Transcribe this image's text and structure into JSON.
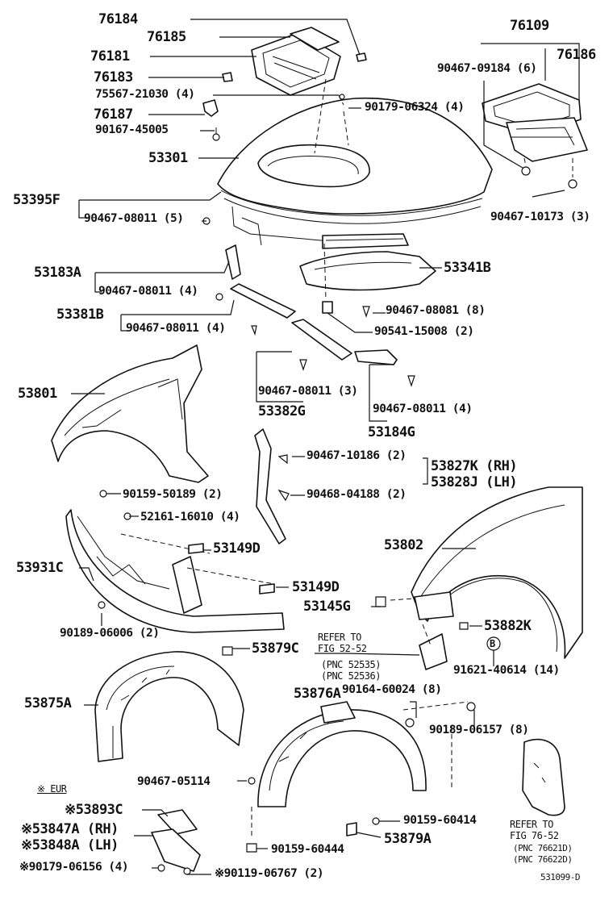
{
  "labels": {
    "p76184": "76184",
    "p76185": "76185",
    "p76181": "76181",
    "p76183": "76183",
    "p75567": "75567-21030 (4)",
    "p76187": "76187",
    "p90167": "90167-45005",
    "p53301": "53301",
    "p90179_06324": "90179-06324 (4)",
    "p76109": "76109",
    "p90467_09184": "90467-09184 (6)",
    "p76186": "76186",
    "p53395F": "53395F",
    "p90467_08011_5": "90467-08011 (5)",
    "p90467_10173": "90467-10173 (3)",
    "p53183A": "53183A",
    "p90467_08011_4a": "90467-08011 (4)",
    "p53341B": "53341B",
    "p90467_08081": "90467-08081 (8)",
    "p53381B": "53381B",
    "p90467_08011_4b": "90467-08011 (4)",
    "p90541": "90541-15008 (2)",
    "p53801": "53801",
    "p90467_08011_3": "90467-08011 (3)",
    "p53382G": "53382G",
    "p90467_08011_4c": "90467-08011 (4)",
    "p53184G": "53184G",
    "p90467_10186": "90467-10186 (2)",
    "p53827K": "53827K (RH)",
    "p53828J": "53828J (LH)",
    "p90159_50189": "90159-50189 (2)",
    "p90468": "90468-04188 (2)",
    "p52161": "52161-16010 (4)",
    "p53149D_a": "53149D",
    "p53802": "53802",
    "p53931C": "53931C",
    "p53149D_b": "53149D",
    "p53145G": "53145G",
    "p90189_06006": "90189-06006 (2)",
    "refer1_a": "REFER TO",
    "refer1_b": "FIG 52-52",
    "refer1_c": "(PNC 52535)",
    "refer1_d": "(PNC 52536)",
    "p53882K": "53882K",
    "p91621": "91621-40614 (14)",
    "p53879C": "53879C",
    "p53875A": "53875A",
    "p53876A": "53876A",
    "p90164": "90164-60024 (8)",
    "p90189_06157": "90189-06157 (8)",
    "eur": "※ EUR",
    "p53893C": "※53893C",
    "p53847A": "※53847A (RH)",
    "p53848A": "※53848A (LH)",
    "p90179_06156": "※90179-06156 (4)",
    "p90119": "※90119-06767 (2)",
    "p90467_05114": "90467-05114",
    "p90159_60414": "90159-60414",
    "p53879A": "53879A",
    "p90159_60444": "90159-60444",
    "refer2_a": "REFER TO",
    "refer2_b": "FIG 76-52",
    "refer2_c": "(PNC 76621D)",
    "refer2_d": "(PNC 76622D)",
    "fig_id": "531099-D",
    "circle_b": "B"
  }
}
